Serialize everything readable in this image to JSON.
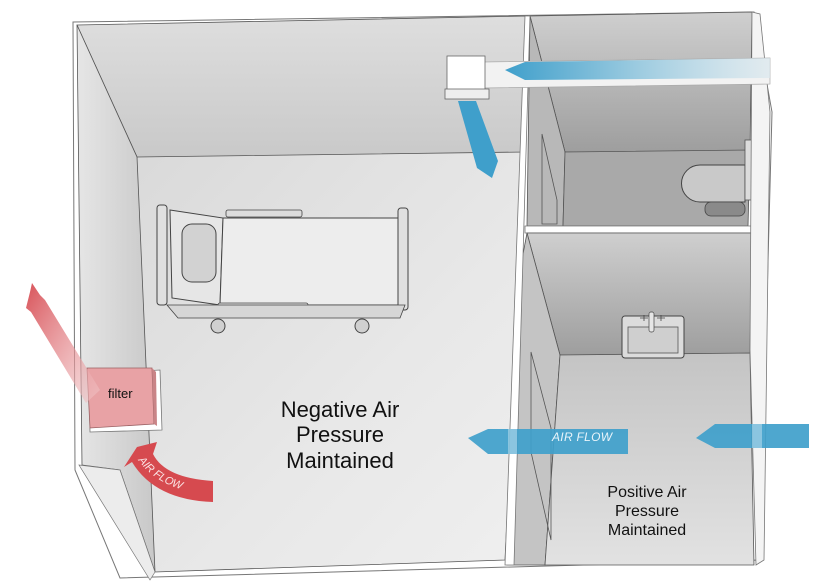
{
  "diagram": {
    "title": "Isolation room air pressure diagram",
    "rooms": {
      "patient_room": {
        "label_lines": [
          "Negative Air",
          "Pressure",
          "Maintained"
        ]
      },
      "anteroom": {
        "label_lines": [
          "Positive Air",
          "Pressure",
          "Maintained"
        ]
      },
      "bathroom": {
        "fixture": "toilet"
      }
    },
    "components": {
      "filter_label": "filter",
      "supply_diffuser": "supply-air-diffuser",
      "bed": "hospital-bed",
      "sink": "sink"
    },
    "airflow": {
      "exhaust_label": "AIR FLOW",
      "transfer_label": "AIR FLOW",
      "supply_color": "#3f9fcb",
      "exhaust_color": "#d64a4f",
      "filter_color": "#e8a2a5"
    },
    "colors": {
      "floor": "#e6e6e6",
      "wall_dark": "#b9b9b9",
      "wall_light": "#dcdcdc",
      "wall_top": "#ffffff",
      "outline": "#555555"
    }
  }
}
